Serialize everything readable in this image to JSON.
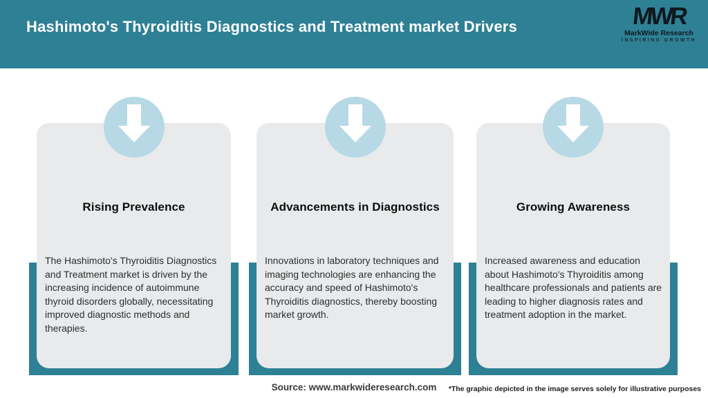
{
  "header": {
    "title": "Hashimoto's Thyroiditis Diagnostics and Treatment market Drivers",
    "logo": {
      "monogram": "MWR",
      "name": "MarkWide Research",
      "tagline": "INSPIRING GROWTH"
    }
  },
  "cards": [
    {
      "title": "Rising Prevalence",
      "body": "The Hashimoto's Thyroiditis Diagnostics and Treatment market is driven by the increasing incidence of autoimmune thyroid disorders globally, necessitating improved diagnostic methods and therapies."
    },
    {
      "title": "Advancements in Diagnostics",
      "body": "Innovations in laboratory techniques and imaging technologies are enhancing the accuracy and speed of Hashimoto's Thyroiditis diagnostics, thereby boosting market growth."
    },
    {
      "title": "Growing Awareness",
      "body": "Increased awareness and education about Hashimoto's Thyroiditis among healthcare professionals and patients are leading to higher diagnosis rates and treatment adoption in the market."
    }
  ],
  "footer": {
    "source": "Source: www.markwideresearch.com",
    "disclaimer": "*The graphic depicted in the image serves solely for illustrative purposes"
  },
  "colors": {
    "teal": "#2e8095",
    "light_blue_circle": "#b7d9e5",
    "card_background": "#e8eaec",
    "header_text": "#ffffff"
  }
}
